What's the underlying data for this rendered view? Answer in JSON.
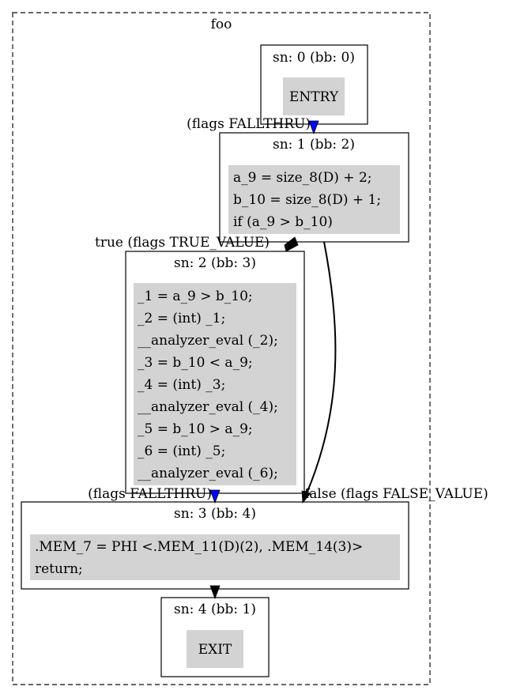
{
  "cluster": {
    "title": "foo"
  },
  "nodes": {
    "entry": {
      "header": "sn: 0 (bb: 0)",
      "lines": [
        "ENTRY"
      ]
    },
    "bb2": {
      "header": "sn: 1 (bb: 2)",
      "lines": [
        "a_9 = size_8(D) + 2;",
        "b_10 = size_8(D) + 1;",
        "if (a_9 > b_10)"
      ]
    },
    "bb3": {
      "header": "sn: 2 (bb: 3)",
      "lines": [
        "_1 = a_9 > b_10;",
        "_2 = (int) _1;",
        "__analyzer_eval (_2);",
        "_3 = b_10 < a_9;",
        "_4 = (int) _3;",
        "__analyzer_eval (_4);",
        "_5 = b_10 > a_9;",
        "_6 = (int) _5;",
        "__analyzer_eval (_6);"
      ]
    },
    "bb4": {
      "header": "sn: 3 (bb: 4)",
      "lines": [
        ".MEM_7 = PHI <.MEM_11(D)(2), .MEM_14(3)>",
        "return;"
      ]
    },
    "exit": {
      "header": "sn: 4 (bb: 1)",
      "lines": [
        "EXIT"
      ]
    }
  },
  "edges": {
    "entry_to_bb2": {
      "label": "(flags FALLTHRU)",
      "color": "#0000ff"
    },
    "bb2_to_bb3": {
      "label": "true (flags TRUE_VALUE)",
      "color": "#000000"
    },
    "bb2_to_bb4": {
      "label": "false (flags FALSE_VALUE)",
      "color": "#000000"
    },
    "bb3_to_bb4": {
      "label": "(flags FALLTHRU)",
      "color": "#0000ff"
    },
    "bb4_to_exit": {
      "label": "",
      "color": "#000000"
    }
  },
  "colors": {
    "stmt_fill": "#d3d3d3",
    "border": "#000000",
    "cluster_border": "#333333"
  }
}
